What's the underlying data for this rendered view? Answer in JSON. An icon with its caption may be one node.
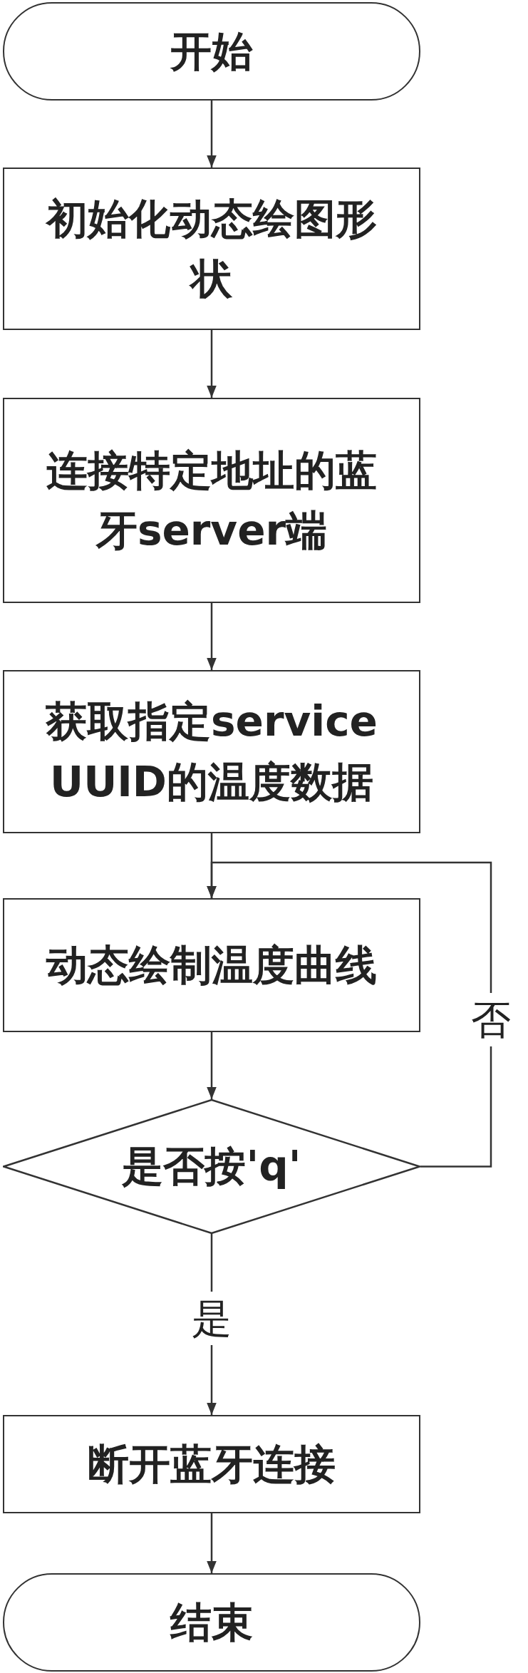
{
  "diagram": {
    "nodes": [
      {
        "text": [
          "开始"
        ]
      },
      {
        "text": [
          "初始化动态绘图形状"
        ]
      },
      {
        "text": [
          "连接特定地址的蓝牙server端"
        ]
      },
      {
        "text": [
          "获取指定service UUID的温度数据"
        ]
      },
      {
        "text": [
          "动态绘制温度曲线"
        ]
      },
      {
        "text": [
          "是否按'q'"
        ]
      },
      {
        "text": [
          "断开蓝牙连接"
        ]
      },
      {
        "text": [
          "结束"
        ]
      }
    ],
    "edges": [
      {
        "from": 0,
        "to": 1,
        "arrow": "to"
      },
      {
        "from": 1,
        "to": 2,
        "arrow": "to"
      },
      {
        "from": 2,
        "to": 3,
        "arrow": "to"
      },
      {
        "from": 3,
        "to": 4,
        "arrow": "to"
      },
      {
        "from": 4,
        "to": 5,
        "arrow": "to"
      },
      {
        "from": 5,
        "to": 6,
        "arrow": "to",
        "label": "是"
      },
      {
        "from": 5,
        "to": 4,
        "arrow": "to",
        "label": "否"
      },
      {
        "from": 6,
        "to": 7,
        "arrow": "to"
      }
    ]
  }
}
